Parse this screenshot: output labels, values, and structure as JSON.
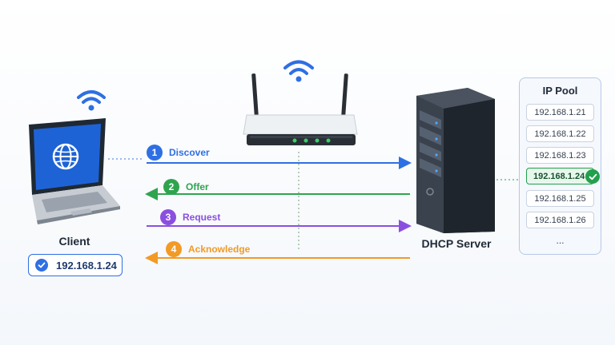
{
  "client": {
    "label": "Client",
    "assigned_ip": "192.168.1.24"
  },
  "server": {
    "label": "DHCP Server"
  },
  "pool": {
    "title": "IP Pool",
    "items": [
      {
        "ip": "192.168.1.21",
        "selected": false
      },
      {
        "ip": "192.168.1.22",
        "selected": false
      },
      {
        "ip": "192.168.1.23",
        "selected": false
      },
      {
        "ip": "192.168.1.24",
        "selected": true
      },
      {
        "ip": "192.168.1.25",
        "selected": false
      },
      {
        "ip": "192.168.1.26",
        "selected": false
      }
    ],
    "ellipsis": "..."
  },
  "steps": [
    {
      "number": "1",
      "label": "Discover",
      "color": "#2f6fe4",
      "direction": "to-server"
    },
    {
      "number": "2",
      "label": "Offer",
      "color": "#2fa44f",
      "direction": "to-client"
    },
    {
      "number": "3",
      "label": "Request",
      "color": "#8b4fe0",
      "direction": "to-server"
    },
    {
      "number": "4",
      "label": "Acknowledge",
      "color": "#f29a25",
      "direction": "to-client"
    }
  ],
  "icons": [
    "laptop-icon",
    "globe-icon",
    "wifi-icon",
    "router-icon",
    "server-icon",
    "check-icon"
  ]
}
